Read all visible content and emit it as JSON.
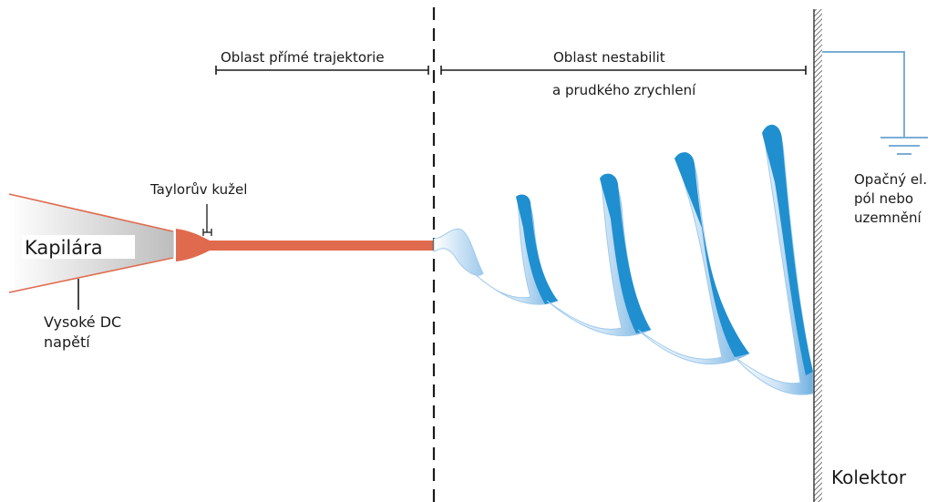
{
  "labels": {
    "capillary": "Kapilára",
    "high_voltage_line1": "Vysoké DC",
    "high_voltage_line2": "napětí",
    "taylor_cone": "Taylorův kužel",
    "straight_region": "Oblast přímé trajektorie",
    "instability_region_line1": "Oblast nestabilit",
    "instability_region_line2": "a prudkého zrychlení",
    "counter_electrode_line1": "Opačný el.",
    "counter_electrode_line2": "pól nebo",
    "counter_electrode_line3": "uzemnění",
    "collector": "Kolektor"
  },
  "colors": {
    "jet": "#e06a4e",
    "cone_outline": "#e06a4e",
    "spiral_dark": "#1f8fd0",
    "spiral_light": "#cfe4f6",
    "ground_wire": "#7aaed6",
    "ink": "#1a1a1a"
  }
}
